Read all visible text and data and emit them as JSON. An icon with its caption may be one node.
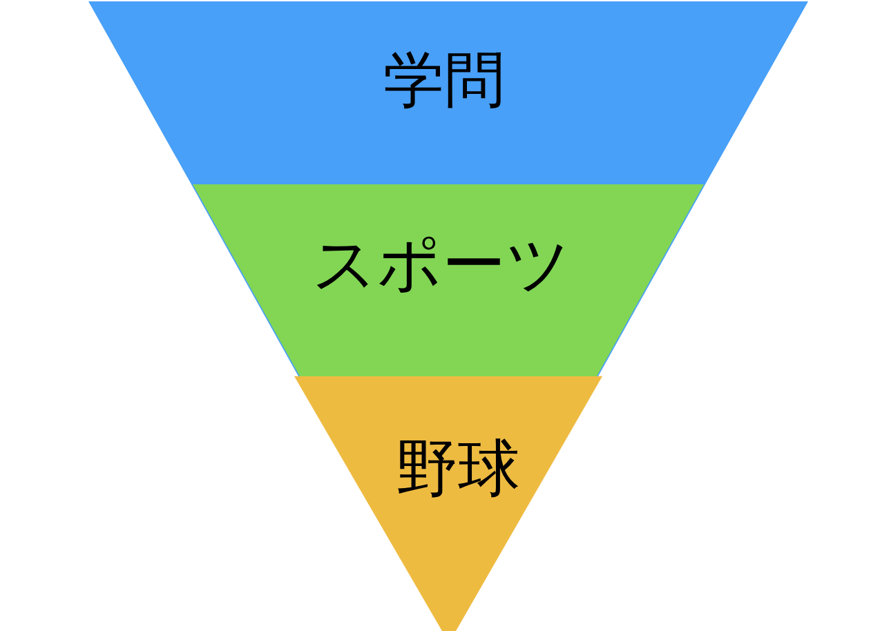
{
  "diagram": {
    "nodes": [
      {
        "text": [
          "学問"
        ]
      },
      {
        "text": [
          "スポーツ"
        ]
      },
      {
        "text": [
          "野球"
        ]
      }
    ]
  }
}
